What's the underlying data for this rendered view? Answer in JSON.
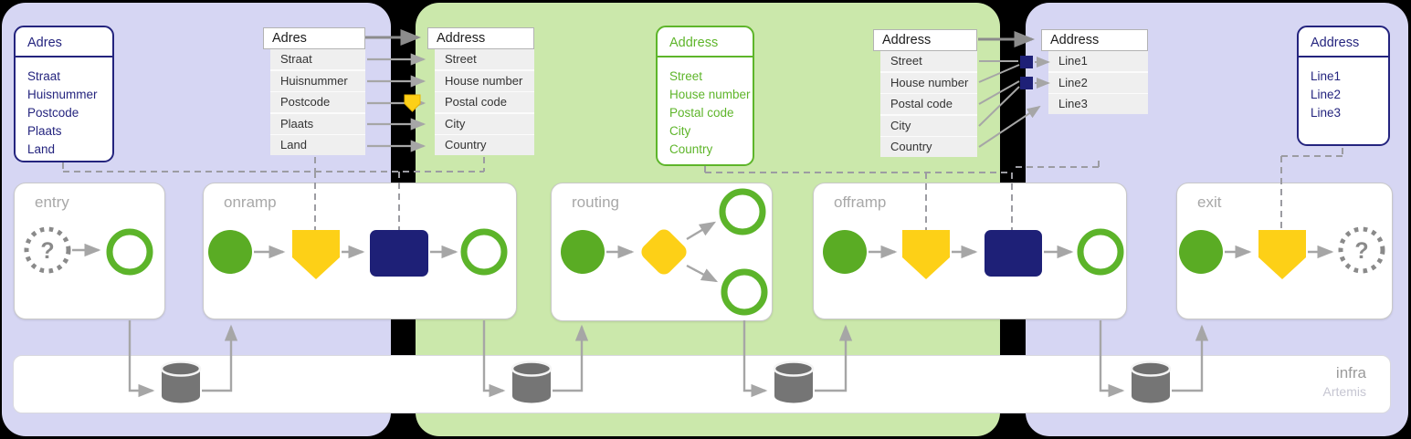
{
  "colors": {
    "navy": "#24247e",
    "green_accent": "#5eb52a",
    "green_node": "#5aac24",
    "yellow": "#fdd017",
    "lavender_bg": "#d6d6f3",
    "green_bg": "#cbe8ab",
    "arrow_grey": "#a6a6a6"
  },
  "entity_tables": {
    "adres_source": {
      "title": "Adres",
      "fields": [
        "Straat",
        "Huisnummer",
        "Postcode",
        "Plaats",
        "Land"
      ]
    },
    "address_canonical": {
      "title": "Address",
      "fields": [
        "Street",
        "House number",
        "Postal code",
        "City",
        "Country"
      ]
    },
    "address_target": {
      "title": "Address",
      "fields": [
        "Line1",
        "Line2",
        "Line3"
      ]
    }
  },
  "mappings": {
    "onramp": {
      "from": {
        "title": "Adres",
        "fields": [
          "Straat",
          "Huisnummer",
          "Postcode",
          "Plaats",
          "Land"
        ]
      },
      "to": {
        "title": "Address",
        "fields": [
          "Street",
          "House number",
          "Postal code",
          "City",
          "Country"
        ]
      }
    },
    "offramp": {
      "from": {
        "title": "Address",
        "fields": [
          "Street",
          "House number",
          "Postal code",
          "City",
          "Country"
        ]
      },
      "to": {
        "title": "Address",
        "fields": [
          "Line1",
          "Line2",
          "Line3"
        ]
      }
    }
  },
  "stages": {
    "entry": {
      "label": "entry"
    },
    "onramp": {
      "label": "onramp"
    },
    "routing": {
      "label": "routing"
    },
    "offramp": {
      "label": "offramp"
    },
    "exit": {
      "label": "exit"
    }
  },
  "infra": {
    "label": "infra",
    "sublabel": "Artemis"
  },
  "glyphs": {
    "question_mark": "?"
  },
  "icons": {
    "database": "database-icon",
    "transform": "transform-node-icon",
    "task": "task-node-icon",
    "decision": "decision-node-icon",
    "merge": "merge-node-icon",
    "unknown_endpoint": "question-mark-icon"
  }
}
